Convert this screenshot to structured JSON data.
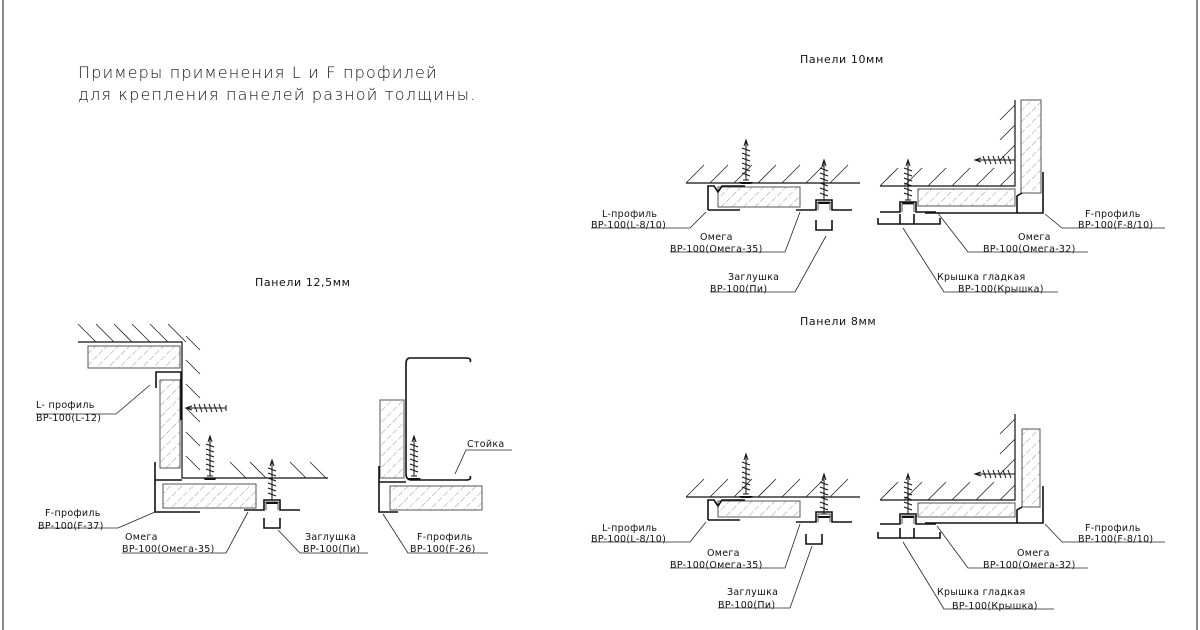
{
  "title": {
    "line1": "Примеры применения   L и F профилей",
    "line2": "для крепления панелей разной толщины."
  },
  "sections": {
    "p125": {
      "caption": "Панели 12,5мм",
      "l_profile_name": "L- профиль",
      "l_profile_code": "BP-100(L-12)",
      "f_profile_name": "F-профиль",
      "f_profile_code": "BP-100(F-37)",
      "omega_name": "Омега",
      "omega_code": "BP-100(Омега-35)",
      "plug_name": "Заглушка",
      "plug_code": "BP-100(Пи)",
      "stand_name": "Стойка",
      "f26_name": "F-профиль",
      "f26_code": "BP-100(F-26)"
    },
    "p10": {
      "caption": "Панели 10мм",
      "l_profile_name": "L-профиль",
      "l_profile_code": "BP-100(L-8/10)",
      "omega35_name": "Омега",
      "omega35_code": "BP-100(Омега-35)",
      "plug_name": "Заглушка",
      "plug_code": "BP-100(Пи)",
      "f_profile_name": "F-профиль",
      "f_profile_code": "BP-100(F-8/10)",
      "omega32_name": "Омега",
      "omega32_code": "BP-100(Омега-32)",
      "cover_name": "Крышка гладкая",
      "cover_code": "BP-100(Крышка)"
    },
    "p8": {
      "caption": "Панели 8мм",
      "l_profile_name": "L-профиль",
      "l_profile_code": "BP-100(L-8/10)",
      "omega35_name": "Омега",
      "omega35_code": "BP-100(Омега-35)",
      "plug_name": "Заглушка",
      "plug_code": "BP-100(Пи)",
      "f_profile_name": "F-профиль",
      "f_profile_code": "BP-100(F-8/10)",
      "omega32_name": "Омега",
      "omega32_code": "BP-100(Омега-32)",
      "cover_name": "Крышка гладкая",
      "cover_code": "BP-100(Крышка)"
    }
  }
}
